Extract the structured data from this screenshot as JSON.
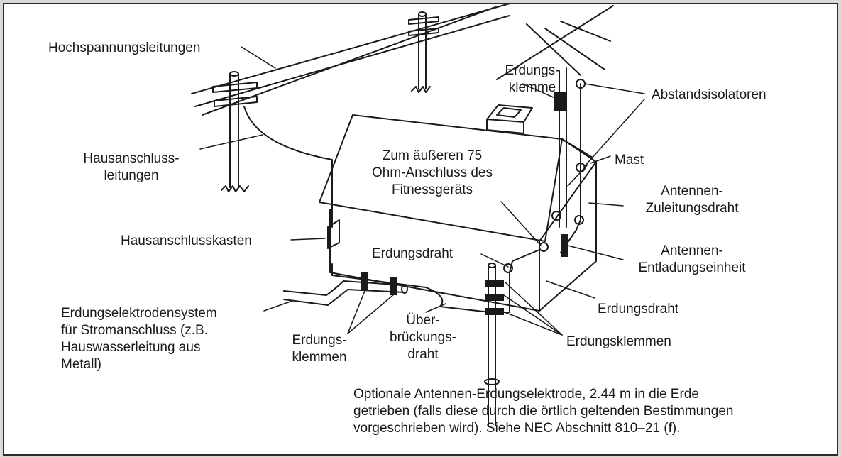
{
  "labels": {
    "hochspannung": "Hochspannungsleitungen",
    "erdungsklemme_top_1": "Erdungs-",
    "erdungsklemme_top_2": "klemme",
    "abstandsisolatoren": "Abstandsisolatoren",
    "hausanschluss_1": "Hausanschluss-",
    "hausanschluss_2": "leitungen",
    "zum_1": "Zum äußeren 75",
    "zum_2": "Ohm-Anschluss des",
    "zum_3": "Fitnessgeräts",
    "mast": "Mast",
    "zuleitung_1": "Antennen-",
    "zuleitung_2": "Zuleitungsdraht",
    "hausanschlusskasten": "Hausanschlusskasten",
    "erdungsdraht_1": "Erdungsdraht",
    "entladung_1": "Antennen-",
    "entladung_2": "Entladungseinheit",
    "erdungsdraht_2": "Erdungsdraht",
    "elektroden_1": "Erdungselektrodensystem",
    "elektroden_2": "für Stromanschluss (z.B.",
    "elektroden_3": "Hauswasserleitung aus",
    "elektroden_4": "Metall)",
    "klemmen_left_1": "Erdungs-",
    "klemmen_left_2": "klemmen",
    "ueber_1": "Über-",
    "ueber_2": "brückungs-",
    "ueber_3": "draht",
    "erdungsklemmen": "Erdungsklemmen",
    "optional_1": "Optionale Antennen-Erdungselektrode, 2.44 m in die Erde",
    "optional_2": "getrieben (falls diese durch die örtlich geltenden Bestimmungen",
    "optional_3": "vorgeschrieben wird). Siehe NEC Abschnitt 810–21 (f)."
  }
}
